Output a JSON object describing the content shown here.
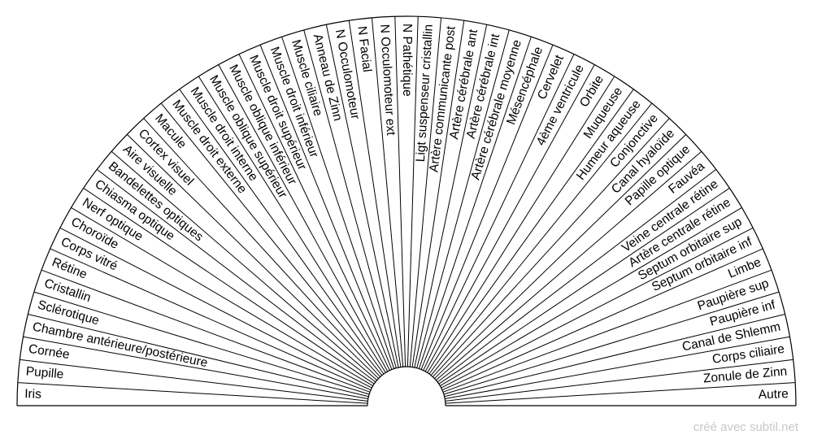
{
  "segments": [
    "Iris",
    "Pupille",
    "Cornée",
    "Chambre antérieure/postérieure",
    "Sclérotique",
    "Cristallin",
    "Rétine",
    "Corps vitré",
    "Choroïde",
    "Nerf optique",
    "Chiasma optique",
    "Bandelettes optiques",
    "Aire visuelle",
    "Cortex visuel",
    "Macule",
    "Muscle droit externe",
    "Muscle droit interne",
    "Muscle oblique supérieur",
    "Muscle oblique inférieur",
    "Muscle droit supérieur",
    "Muscle droit inférieur",
    "Muscle ciliaire",
    "Anneau de Zinn",
    "N Occulomoteur",
    "N Facial",
    "N Occulomoteur ext",
    "N Pathétique",
    "Ligt suspenseur cristallin",
    "Artère communicante post",
    "Artère cérébrale ant",
    "Artère cérébrale int",
    "Artère cérébrale moyenne",
    "Mésencéphale",
    "Cervelet",
    "4ème ventricule",
    "Orbite",
    "Muqueuse",
    "Humeur aqueuse",
    "Conjonctive",
    "Canal hyaloïde",
    "Papille optique",
    "Fauvéa",
    "Veine centrale rétine",
    "Artère centrale rétine",
    "Septum orbitaire sup",
    "Septum orbitaire inf",
    "Limbe",
    "Paupière sup",
    "Paupière inf",
    "Canal de Shlemm",
    "Corps ciliaire",
    "Zonule de Zinn",
    "Autre"
  ],
  "credit": "créé avec subtil.net"
}
